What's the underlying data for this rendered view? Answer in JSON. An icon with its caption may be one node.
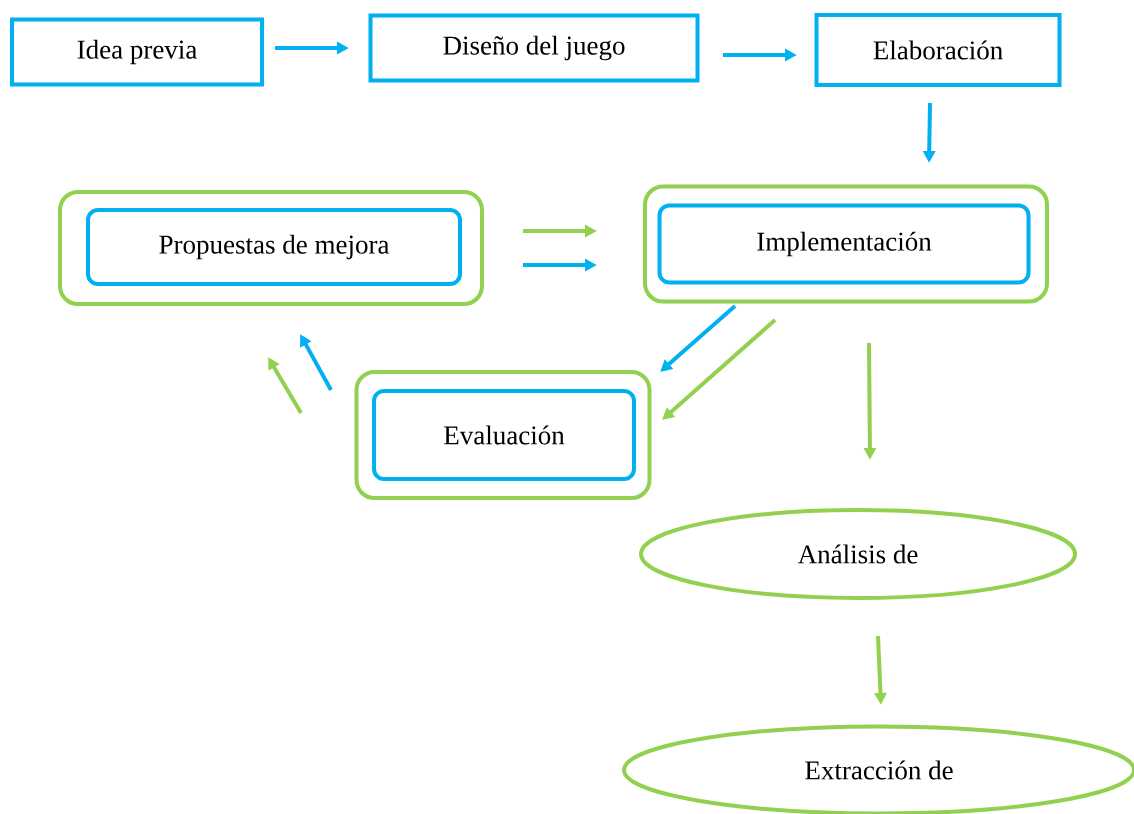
{
  "diagram": {
    "nodes": [
      {
        "text": [
          "Idea previa"
        ]
      },
      {
        "text": [
          "Diseño del juego"
        ]
      },
      {
        "text": [
          "Elaboración"
        ]
      },
      {
        "text": [],
        "shape": "box"
      },
      {
        "text": [
          "Propuestas de mejora"
        ],
        "in": 3
      },
      {
        "text": [],
        "shape": "box"
      },
      {
        "text": [
          "Implementación"
        ],
        "in": 5
      },
      {
        "text": [],
        "shape": "box"
      },
      {
        "text": [
          "Evaluación"
        ],
        "in": 7
      },
      {
        "text": [
          "Análisis de"
        ]
      },
      {
        "text": [
          "Extracción de"
        ]
      }
    ],
    "edges": [
      {
        "from": 0,
        "to": 1,
        "arrow": "to"
      },
      {
        "from": 1,
        "to": 2,
        "arrow": "to"
      },
      {
        "from": 2,
        "to": 6,
        "arrow": "to"
      },
      {
        "from": 3,
        "to": 5,
        "arrow": "to",
        "color": "#92d050"
      },
      {
        "from": 4,
        "to": 6,
        "arrow": "to"
      },
      {
        "from": 6,
        "to": 8,
        "arrow": "to"
      },
      {
        "from": 5,
        "to": 7,
        "arrow": "to",
        "color": "#92d050"
      },
      {
        "from": 8,
        "to": 4,
        "arrow": "to"
      },
      {
        "from": 7,
        "to": 3,
        "arrow": "to",
        "color": "#92d050"
      },
      {
        "from": 5,
        "to": 9,
        "arrow": "to",
        "color": "#92d050"
      },
      {
        "from": 9,
        "to": 10,
        "arrow": "to",
        "color": "#92d050"
      }
    ]
  }
}
